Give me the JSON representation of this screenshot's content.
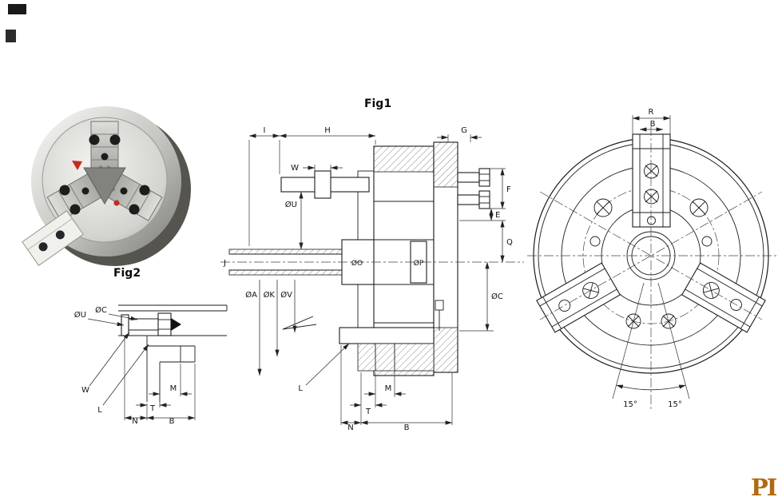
{
  "figures": {
    "fig1": "Fig1",
    "fig2": "Fig2"
  },
  "section": {
    "top": {
      "i": "I",
      "h": "H",
      "g": "G"
    },
    "left": {
      "j": "J",
      "u": "ØU",
      "w": "W"
    },
    "bore": {
      "o": "ØO",
      "p": "ØP"
    },
    "diameters": {
      "a": "ØA",
      "k": "ØK",
      "v": "ØV"
    },
    "right": {
      "f": "F",
      "e": "E",
      "q": "Q",
      "c": "ØC"
    },
    "bottom": {
      "l": "L",
      "m": "M",
      "t": "T",
      "n": "N",
      "b": "B"
    }
  },
  "front": {
    "r": "R",
    "b": "B",
    "left_angle": "15°",
    "right_angle": "15°"
  },
  "detail": {
    "u": "ØU",
    "c": "ØC",
    "w": "W",
    "l": "L",
    "m": "M",
    "t": "T",
    "n": "N",
    "b": "B"
  },
  "brand": {
    "partial": "PI"
  }
}
